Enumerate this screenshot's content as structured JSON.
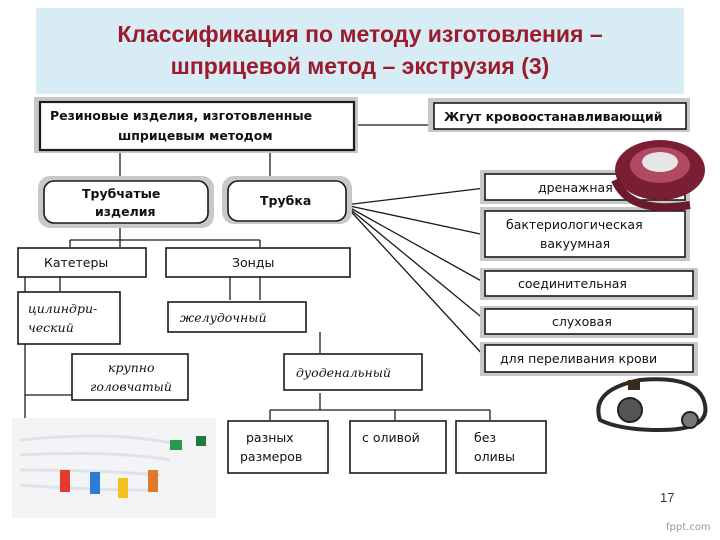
{
  "slide": {
    "title_line1": "Классификация по методу изготовления –",
    "title_line2": "шприцевой метод – экструзия (3)",
    "page_number": "17",
    "watermark": "fppt.com"
  },
  "diagram": {
    "root": "Резиновые изделия, изготовленные шприцевым методом",
    "tubular": "Трубчатые изделия",
    "tube": "Трубка",
    "catheters": "Катетеры",
    "probes": "Зонды",
    "cylindrical": "цилиндри-ческий",
    "gastric": "желудочный",
    "bighead": "крупно головчатый",
    "duodenal": "дуоденальный",
    "sizes": "разных размеров",
    "olive": "с оливой",
    "no_olive": "без оливы",
    "tourniquet": "Жгут кровоостанавливающий",
    "drainage": "дренажная",
    "bacterio": "бактериологическая вакуумная",
    "connecting": "соединительная",
    "hearing": "слуховая",
    "transfusion": "для переливания крови"
  }
}
